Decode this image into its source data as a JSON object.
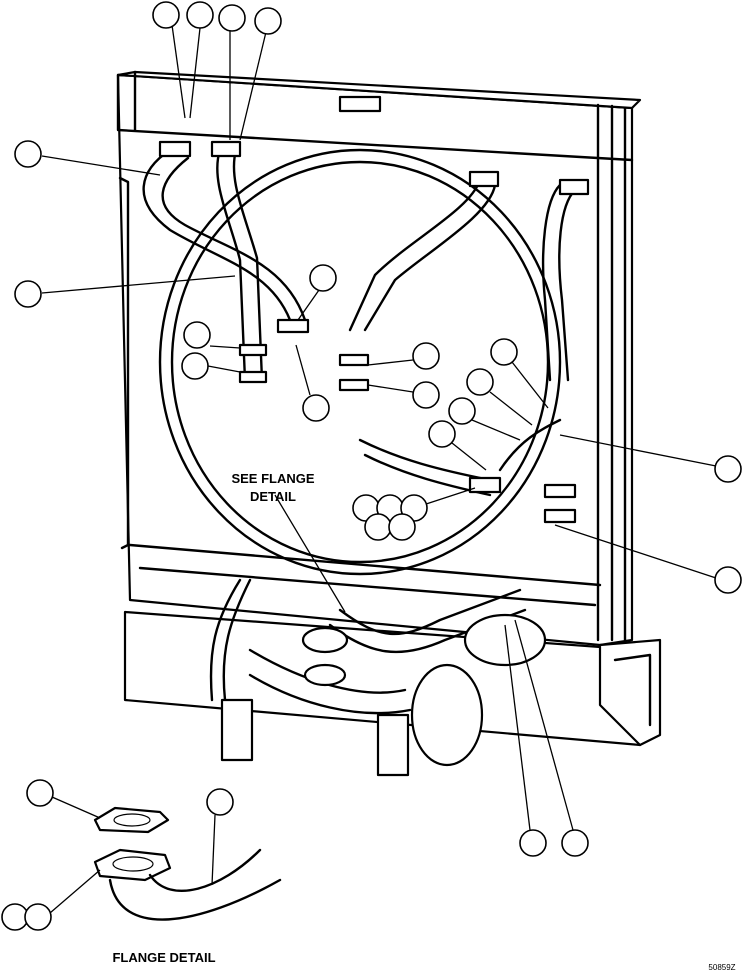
{
  "labels": {
    "see_flange": "SEE FLANGE\nDETAIL",
    "flange_detail": "FLANGE DETAIL",
    "drawing_number": "50859Z"
  }
}
